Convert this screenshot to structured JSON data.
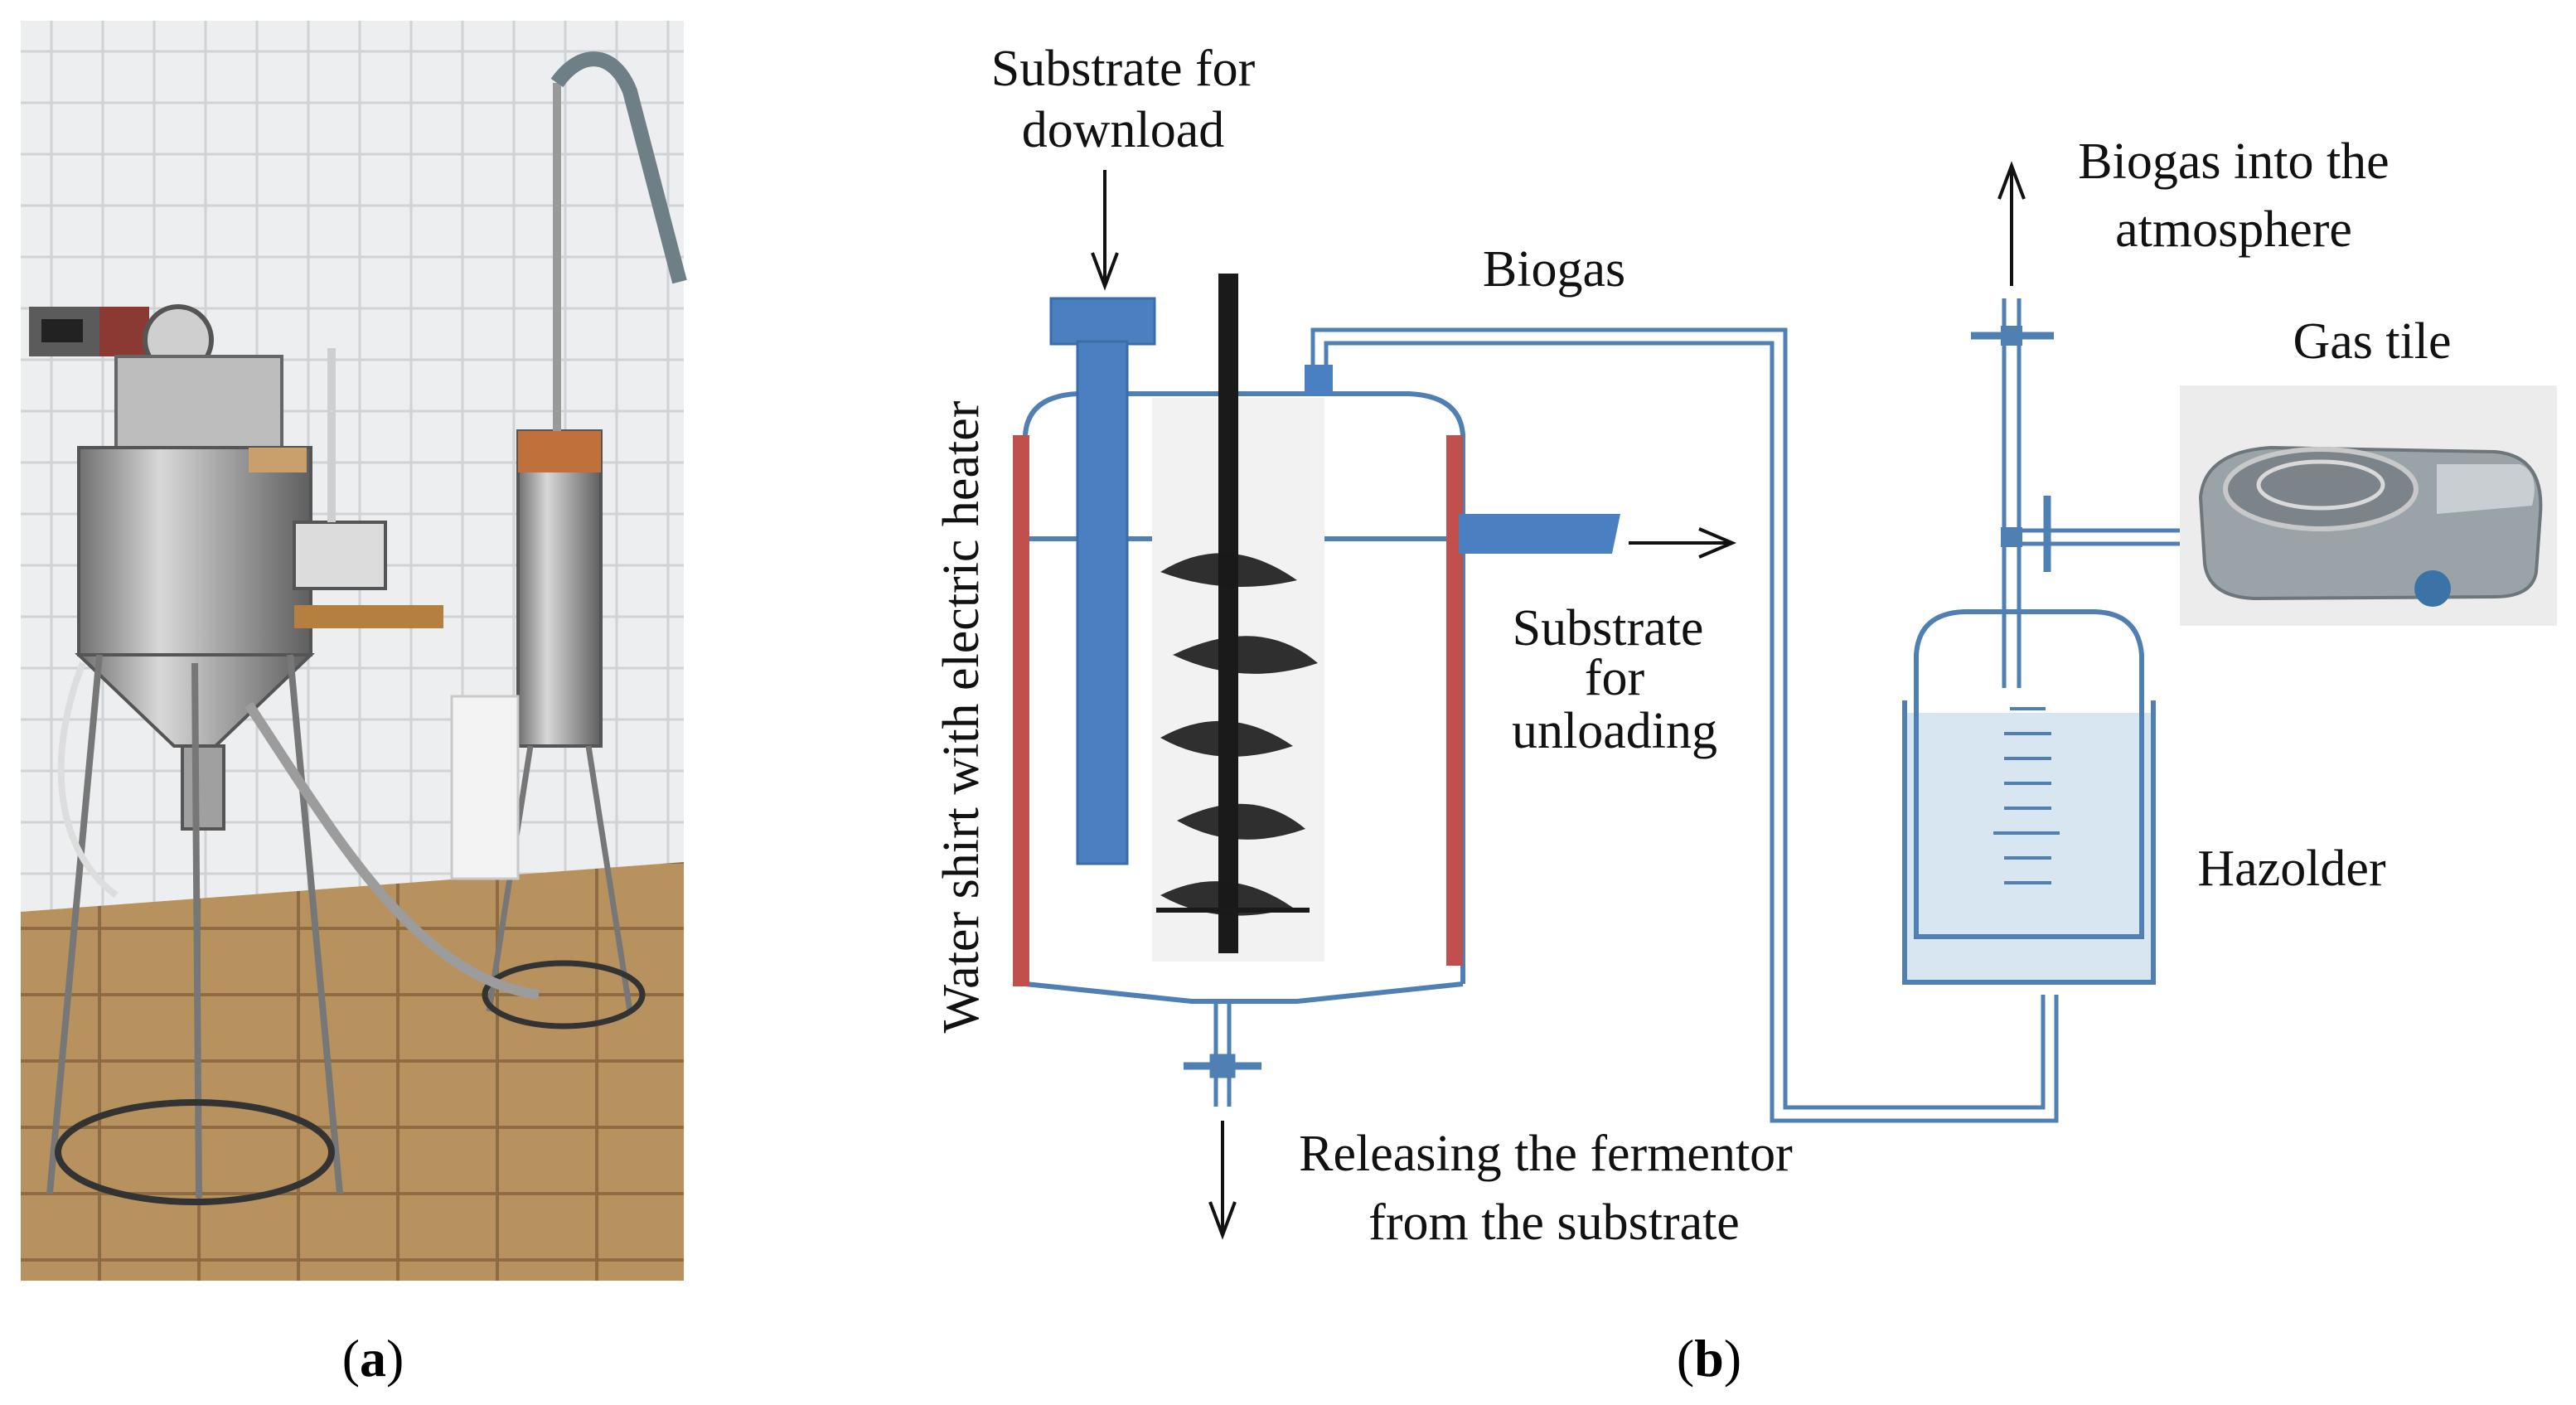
{
  "panel_a": {
    "caption_open": "(",
    "caption_letter": "a",
    "caption_close": ")"
  },
  "panel_b": {
    "caption_open": "(",
    "caption_letter": "b",
    "caption_close": ")",
    "labels": {
      "substrate_download_1": "Substrate for",
      "substrate_download_2": "download",
      "biogas": "Biogas",
      "biogas_atmosphere_1": "Biogas into the",
      "biogas_atmosphere_2": "atmosphere",
      "gas_tile": "Gas tile",
      "water_shirt": "Water shirt with electric heater",
      "substrate_unloading_1": "Substrate",
      "substrate_unloading_2": "for",
      "substrate_unloading_3": "unloading",
      "hazolder": "Hazolder",
      "releasing_1": "Releasing the fermentor",
      "releasing_2": "from the substrate"
    }
  },
  "colors": {
    "pipe_blue": "#4f7fb3",
    "loader_blue": "#4a7fc1",
    "heater_red": "#c0504d",
    "water_fill": "#d7e6f1",
    "auger_black": "#1a1a1a"
  }
}
